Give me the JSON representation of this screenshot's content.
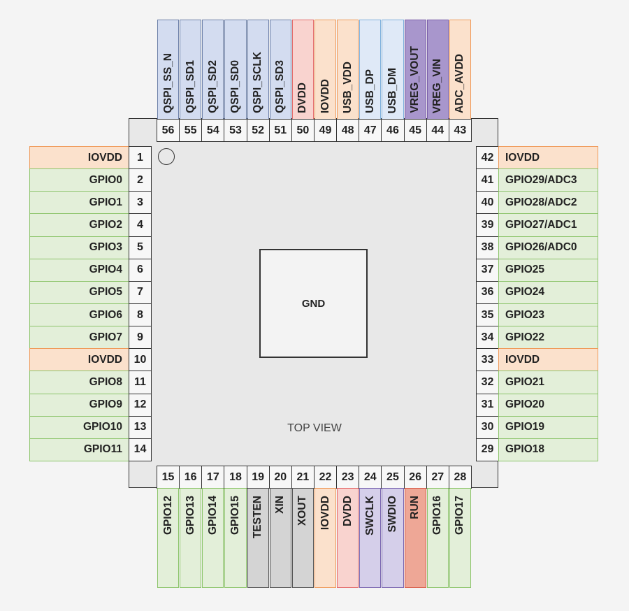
{
  "center_label": "GND",
  "view_label": "TOP VIEW",
  "colors": {
    "power": {
      "fill": "#fbe1cc",
      "border": "#ef9a5a"
    },
    "gpio": {
      "fill": "#e3efd9",
      "border": "#8cc46a"
    },
    "qspi": {
      "fill": "#d3dcf0",
      "border": "#6d80a8"
    },
    "dvdd": {
      "fill": "#f9d3cf",
      "border": "#e46b6b"
    },
    "usb": {
      "fill": "#dfe9f7",
      "border": "#7fb0dc"
    },
    "vreg": {
      "fill": "#a896cc",
      "border": "#7a5fa8"
    },
    "clock": {
      "fill": "#d4d4d4",
      "border": "#555555"
    },
    "swd": {
      "fill": "#d5cfea",
      "border": "#7a66b0"
    },
    "run": {
      "fill": "#eea796",
      "border": "#d9604d"
    }
  },
  "pins": {
    "left": [
      {
        "num": "1",
        "name": "IOVDD",
        "type": "power"
      },
      {
        "num": "2",
        "name": "GPIO0",
        "type": "gpio"
      },
      {
        "num": "3",
        "name": "GPIO1",
        "type": "gpio"
      },
      {
        "num": "4",
        "name": "GPIO2",
        "type": "gpio"
      },
      {
        "num": "5",
        "name": "GPIO3",
        "type": "gpio"
      },
      {
        "num": "6",
        "name": "GPIO4",
        "type": "gpio"
      },
      {
        "num": "7",
        "name": "GPIO5",
        "type": "gpio"
      },
      {
        "num": "8",
        "name": "GPIO6",
        "type": "gpio"
      },
      {
        "num": "9",
        "name": "GPIO7",
        "type": "gpio"
      },
      {
        "num": "10",
        "name": "IOVDD",
        "type": "power"
      },
      {
        "num": "11",
        "name": "GPIO8",
        "type": "gpio"
      },
      {
        "num": "12",
        "name": "GPIO9",
        "type": "gpio"
      },
      {
        "num": "13",
        "name": "GPIO10",
        "type": "gpio"
      },
      {
        "num": "14",
        "name": "GPIO11",
        "type": "gpio"
      }
    ],
    "bottom": [
      {
        "num": "15",
        "name": "GPIO12",
        "type": "gpio"
      },
      {
        "num": "16",
        "name": "GPIO13",
        "type": "gpio"
      },
      {
        "num": "17",
        "name": "GPIO14",
        "type": "gpio"
      },
      {
        "num": "18",
        "name": "GPIO15",
        "type": "gpio"
      },
      {
        "num": "19",
        "name": "TESTEN",
        "type": "clock"
      },
      {
        "num": "20",
        "name": "XIN",
        "type": "clock"
      },
      {
        "num": "21",
        "name": "XOUT",
        "type": "clock"
      },
      {
        "num": "22",
        "name": "IOVDD",
        "type": "power"
      },
      {
        "num": "23",
        "name": "DVDD",
        "type": "dvdd"
      },
      {
        "num": "24",
        "name": "SWCLK",
        "type": "swd"
      },
      {
        "num": "25",
        "name": "SWDIO",
        "type": "swd"
      },
      {
        "num": "26",
        "name": "RUN",
        "type": "run"
      },
      {
        "num": "27",
        "name": "GPIO16",
        "type": "gpio"
      },
      {
        "num": "28",
        "name": "GPIO17",
        "type": "gpio"
      }
    ],
    "right": [
      {
        "num": "42",
        "name": "IOVDD",
        "type": "power"
      },
      {
        "num": "41",
        "name": "GPIO29/ADC3",
        "type": "gpio"
      },
      {
        "num": "40",
        "name": "GPIO28/ADC2",
        "type": "gpio"
      },
      {
        "num": "39",
        "name": "GPIO27/ADC1",
        "type": "gpio"
      },
      {
        "num": "38",
        "name": "GPIO26/ADC0",
        "type": "gpio"
      },
      {
        "num": "37",
        "name": "GPIO25",
        "type": "gpio"
      },
      {
        "num": "36",
        "name": "GPIO24",
        "type": "gpio"
      },
      {
        "num": "35",
        "name": "GPIO23",
        "type": "gpio"
      },
      {
        "num": "34",
        "name": "GPIO22",
        "type": "gpio"
      },
      {
        "num": "33",
        "name": "IOVDD",
        "type": "power"
      },
      {
        "num": "32",
        "name": "GPIO21",
        "type": "gpio"
      },
      {
        "num": "31",
        "name": "GPIO20",
        "type": "gpio"
      },
      {
        "num": "30",
        "name": "GPIO19",
        "type": "gpio"
      },
      {
        "num": "29",
        "name": "GPIO18",
        "type": "gpio"
      }
    ],
    "top": [
      {
        "num": "56",
        "name": "QSPI_SS_N",
        "type": "qspi"
      },
      {
        "num": "55",
        "name": "QSPI_SD1",
        "type": "qspi"
      },
      {
        "num": "54",
        "name": "QSPI_SD2",
        "type": "qspi"
      },
      {
        "num": "53",
        "name": "QSPI_SD0",
        "type": "qspi"
      },
      {
        "num": "52",
        "name": "QSPI_SCLK",
        "type": "qspi"
      },
      {
        "num": "51",
        "name": "QSPI_SD3",
        "type": "qspi"
      },
      {
        "num": "50",
        "name": "DVDD",
        "type": "dvdd"
      },
      {
        "num": "49",
        "name": "IOVDD",
        "type": "power"
      },
      {
        "num": "48",
        "name": "USB_VDD",
        "type": "power"
      },
      {
        "num": "47",
        "name": "USB_DP",
        "type": "usb"
      },
      {
        "num": "46",
        "name": "USB_DM",
        "type": "usb"
      },
      {
        "num": "45",
        "name": "VREG_VOUT",
        "type": "vreg"
      },
      {
        "num": "44",
        "name": "VREG_VIN",
        "type": "vreg"
      },
      {
        "num": "43",
        "name": "ADC_AVDD",
        "type": "power"
      }
    ]
  }
}
